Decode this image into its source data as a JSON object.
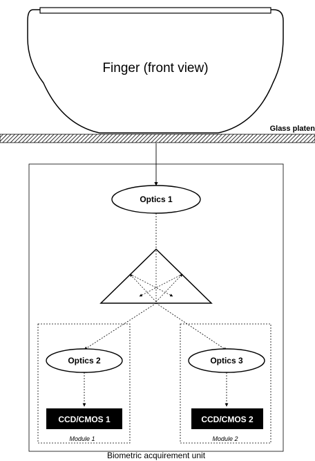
{
  "finger_label": "Finger (front view)",
  "platen_label": "Glass platen",
  "optics1_label": "Optics 1",
  "optics2_label": "Optics 2",
  "optics3_label": "Optics 3",
  "sensor1_label": "CCD/CMOS 1",
  "sensor2_label": "CCD/CMOS 2",
  "module1_label": "Module 1",
  "module2_label": "Module 2",
  "unit_label": "Biometric acquirement unit"
}
